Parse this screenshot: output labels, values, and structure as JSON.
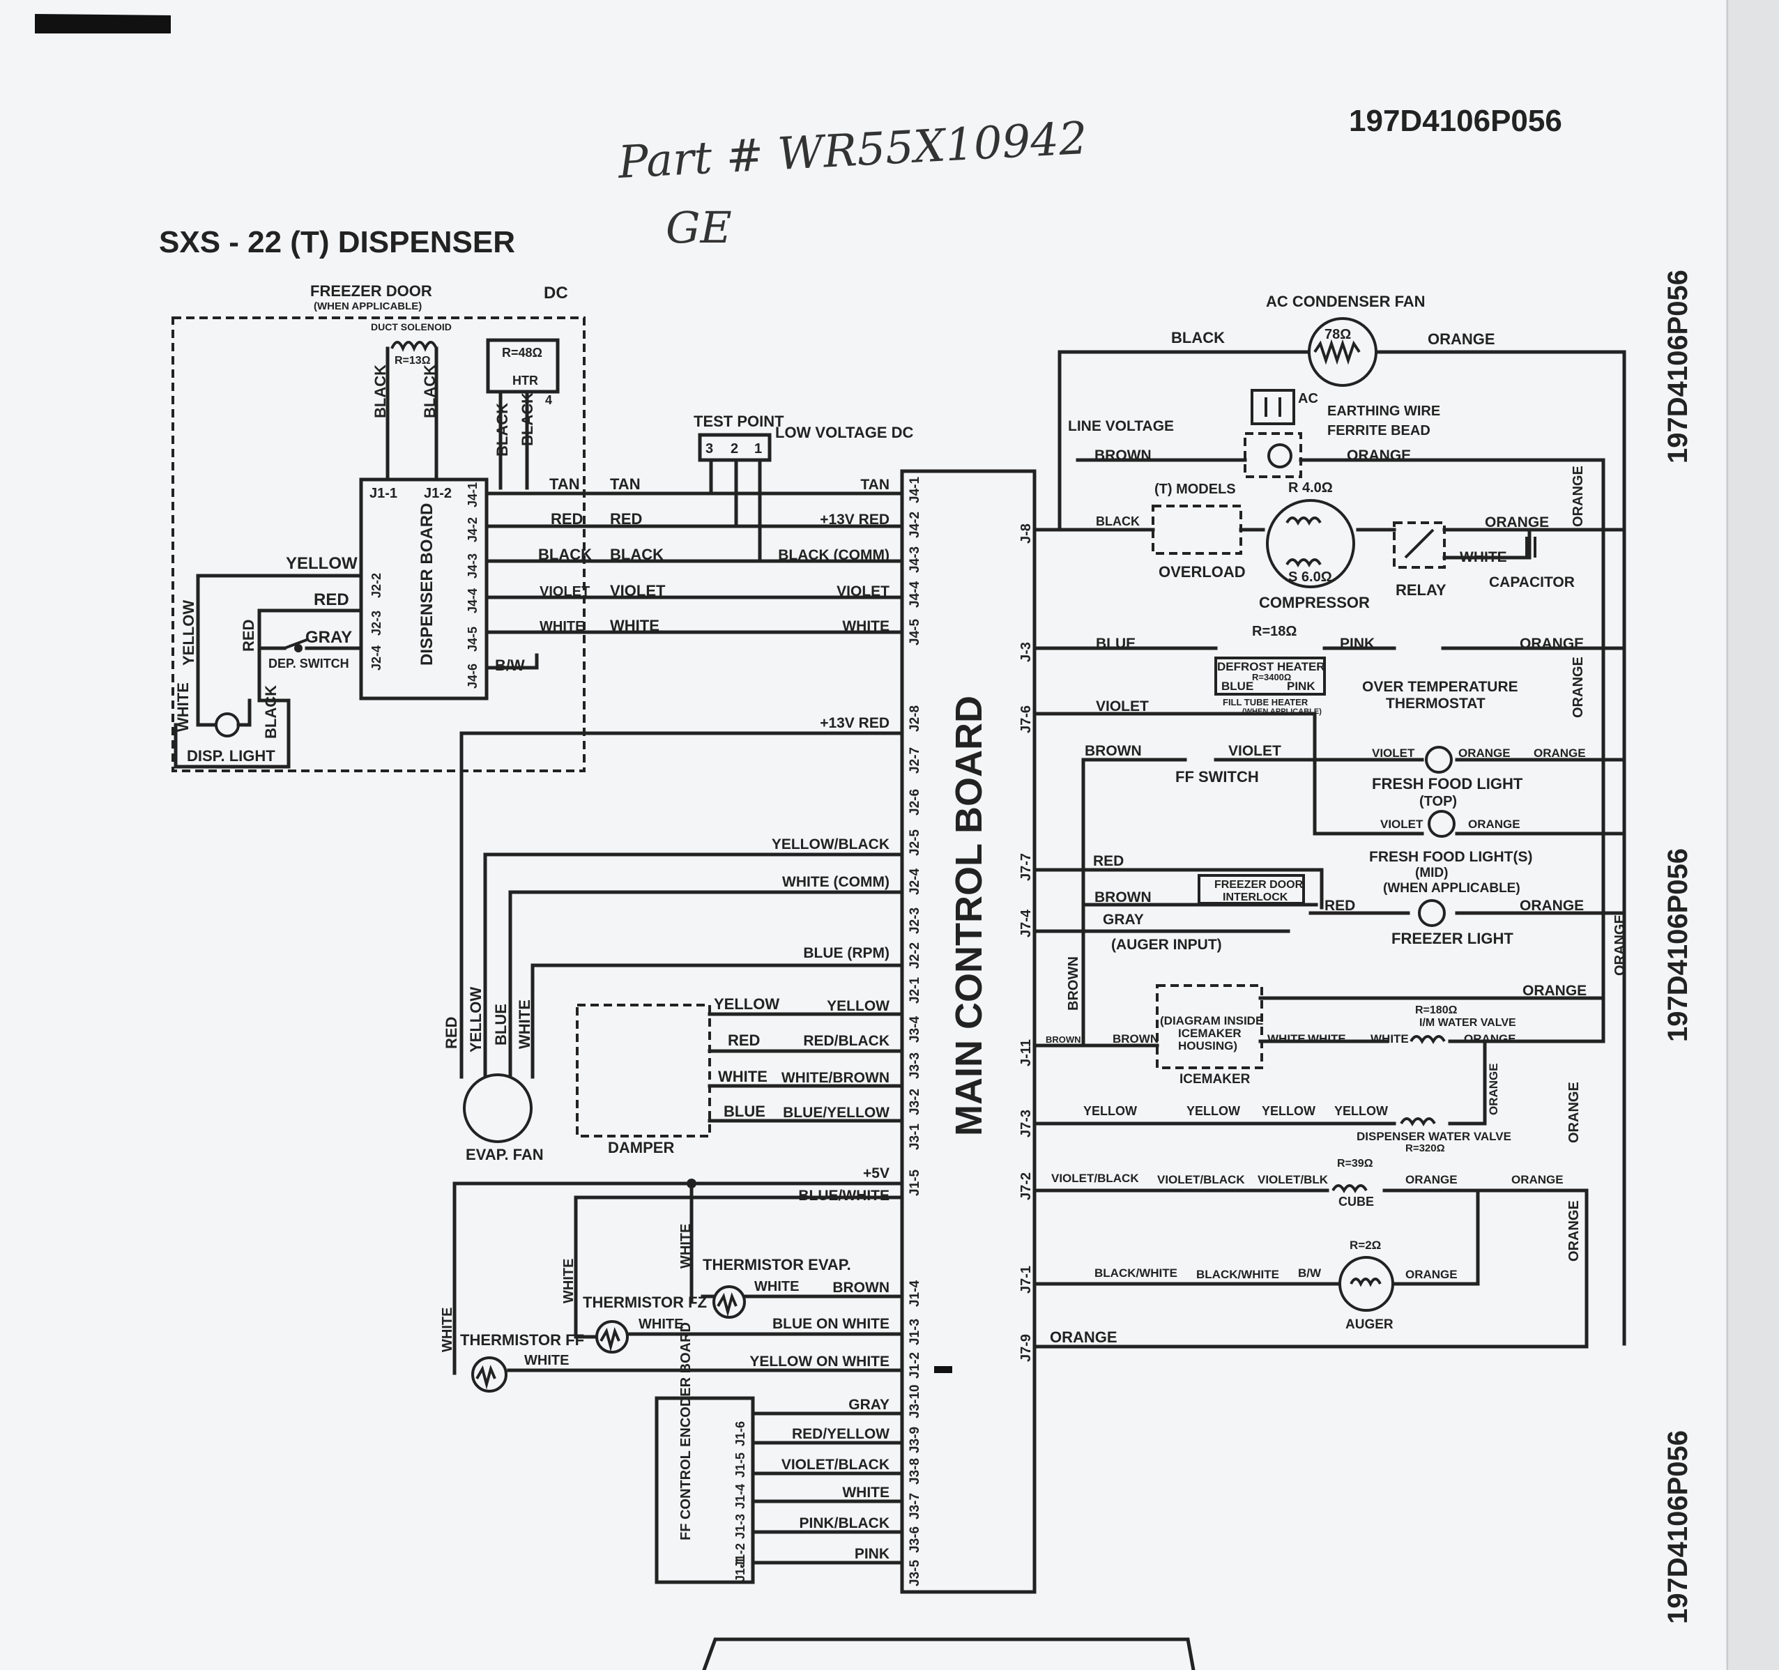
{
  "header": {
    "part_code": "197D4106P056",
    "side_code": "197D4106P056",
    "handwritten_part": "Part # WR55X10942",
    "handwritten_brand": "GE"
  },
  "title": "SXS - 22 (T) DISPENSER",
  "dispenser": {
    "freezer_door": "FREEZER DOOR",
    "when_applicable": "(WHEN APPLICABLE)",
    "dc": "DC",
    "duct_solenoid": "DUCT SOLENOID",
    "duct_r": "R=13Ω",
    "htr_r": "R=48Ω",
    "htr": "HTR",
    "htr_pin": "4",
    "board": "DISPENSER BOARD",
    "pins": [
      "J1-1",
      "J1-2",
      "J4-1",
      "J4-2",
      "J4-3",
      "J4-4",
      "J4-5",
      "J4-6",
      "J2-2",
      "J2-3",
      "J2-4"
    ],
    "wires": [
      "BLACK",
      "BLACK",
      "BLACK",
      "BLACK",
      "YELLOW",
      "RED",
      "GRAY",
      "TAN",
      "RED",
      "BLACK",
      "VIOLET",
      "WHITE",
      "B/W",
      "WHITE",
      "YELLOW",
      "RED",
      "BLACK"
    ],
    "dep_switch": "DEP. SWITCH",
    "disp_light": "DISP. LIGHT"
  },
  "test_point": {
    "label": "TEST POINT",
    "pins": [
      "3",
      "2",
      "1"
    ],
    "low_voltage": "LOW VOLTAGE DC"
  },
  "mid_wires": [
    "TAN",
    "RED",
    "BLACK",
    "VIOLET",
    "WHITE"
  ],
  "main_board": {
    "label": "MAIN CONTROL BOARD",
    "left_pins": [
      "J4-1",
      "J4-2",
      "J4-3",
      "J4-4",
      "J4-5",
      "J2-8",
      "J2-7",
      "J2-6",
      "J2-5",
      "J2-4",
      "J2-3",
      "J2-2",
      "J2-1",
      "J3-4",
      "J3-3",
      "J3-2",
      "J3-1",
      "J1-5",
      "J1-4",
      "J1-3",
      "J1-2",
      "J3-10",
      "J3-9",
      "J3-8",
      "J3-7",
      "J3-6",
      "J3-5"
    ],
    "left_labels": [
      "TAN",
      "+13V RED",
      "BLACK (COMM)",
      "VIOLET",
      "WHITE",
      "+13V RED",
      "YELLOW/BLACK",
      "WHITE (COMM)",
      "BLUE (RPM)",
      "YELLOW",
      "RED/BLACK",
      "WHITE/BROWN",
      "BLUE/YELLOW",
      "+5V",
      "BLUE/WHITE",
      "BROWN",
      "BLUE ON WHITE",
      "YELLOW ON WHITE",
      "GRAY",
      "RED/YELLOW",
      "VIOLET/BLACK",
      "WHITE",
      "PINK/BLACK",
      "PINK"
    ],
    "right_pins": [
      "J-8",
      "J-3",
      "J7-6",
      "J7-7",
      "J7-4",
      "J-11",
      "J7-3",
      "J7-2",
      "J7-1",
      "J7-9"
    ]
  },
  "evap_fan": {
    "label": "EVAP. FAN",
    "wires": [
      "RED",
      "YELLOW",
      "BLUE",
      "WHITE"
    ]
  },
  "damper": {
    "label": "DAMPER",
    "wires": [
      "YELLOW",
      "RED",
      "WHITE",
      "BLUE"
    ]
  },
  "thermistors": {
    "evap": "THERMISTOR EVAP.",
    "fz": "THERMISTOR FZ",
    "ff": "THERMISTOR FF",
    "wires": [
      "WHITE",
      "WHITE",
      "WHITE",
      "WHITE",
      "WHITE",
      "WHITE"
    ]
  },
  "encoder": {
    "label": "FF CONTROL ENCODER BOARD",
    "pins": [
      "J1-1",
      "J1-2",
      "J1-3",
      "J1-4",
      "J1-5",
      "J1-6"
    ]
  },
  "right": {
    "ac_fan": "AC CONDENSER FAN",
    "ac_fan_r": "78Ω",
    "black": "BLACK",
    "orange": "ORANGE",
    "ac": "AC",
    "earthing": "EARTHING WIRE",
    "ferrite": "FERRITE BEAD",
    "line_voltage": "LINE VOLTAGE",
    "brown": "BROWN",
    "t_models": "(T) MODELS",
    "r4": "R 4.0Ω",
    "s6": "S 6.0Ω",
    "overload": "OVERLOAD",
    "compressor": "COMPRESSOR",
    "relay": "RELAY",
    "capacitor": "CAPACITOR",
    "white": "WHITE",
    "blue": "BLUE",
    "r18": "R=18Ω",
    "defrost": "DEFROST HEATER",
    "r3400": "R=3400Ω",
    "pink": "PINK",
    "fill_tube": "FILL TUBE HEATER",
    "fill_tube_when": "(WHEN APPLICABLE)",
    "over_temp": "OVER TEMPERATURE",
    "thermostat": "THERMOSTAT",
    "violet": "VIOLET",
    "ff_switch": "FF SWITCH",
    "ff_light_top": "FRESH FOOD LIGHT",
    "top": "(TOP)",
    "ff_light_mid": "FRESH FOOD LIGHT(S)",
    "mid": "(MID)",
    "when_app": "(WHEN APPLICABLE)",
    "red": "RED",
    "interlock": "FREEZER DOOR",
    "interlock2": "INTERLOCK",
    "gray": "GRAY",
    "auger_input": "(AUGER INPUT)",
    "freezer_light": "FREEZER LIGHT",
    "icemaker_diag": "(DIAGRAM INSIDE",
    "icemaker_diag2": "ICEMAKER",
    "icemaker_diag3": "HOUSING)",
    "icemaker": "ICEMAKER",
    "r180": "R=180Ω",
    "im_valve": "I/M WATER VALVE",
    "yellow": "YELLOW",
    "disp_valve": "DISPENSER WATER VALVE",
    "r320": "R=320Ω",
    "violet_black": "VIOLET/BLACK",
    "violet_blk": "VIOLET/BLK",
    "r39": "R=39Ω",
    "cube": "CUBE",
    "black_white": "BLACK/WHITE",
    "bw": "B/W",
    "r2": "R=2Ω",
    "auger": "AUGER"
  }
}
